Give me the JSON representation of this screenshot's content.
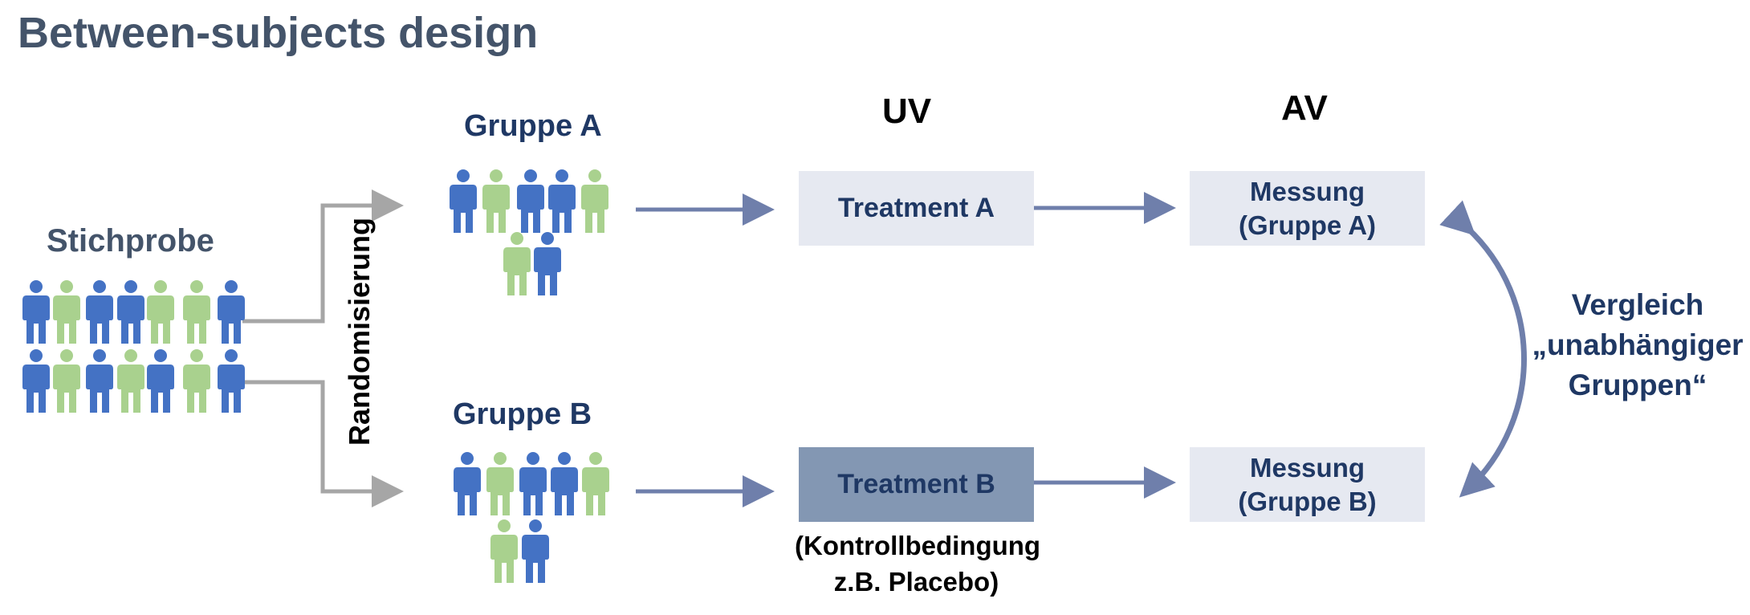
{
  "title": "Between-subjects design",
  "colors": {
    "person_blue": "#4472c4",
    "person_green": "#a9d18e",
    "connector_gray": "#a6a6a6",
    "arrow_blue": "#6f7fab",
    "box_light": "#e6e9f1",
    "box_dark": "#8397b3",
    "text_dark_blue": "#1f3864"
  },
  "sample": {
    "label": "Stichprobe",
    "rows": [
      [
        "blue",
        "green",
        "blue",
        "blue",
        "green",
        "green",
        "blue"
      ],
      [
        "blue",
        "green",
        "blue",
        "green",
        "blue",
        "green",
        "blue"
      ]
    ]
  },
  "randomization_label": "Randomisierung",
  "groups": [
    {
      "label": "Gruppe A",
      "people": [
        "blue",
        "green",
        "blue",
        "blue",
        "green",
        "green",
        "blue"
      ],
      "treatment": "Treatment A",
      "measure_line1": "Messung",
      "measure_line2": "(Gruppe A)"
    },
    {
      "label": "Gruppe B",
      "people": [
        "blue",
        "green",
        "blue",
        "blue",
        "green",
        "green",
        "blue"
      ],
      "treatment": "Treatment B",
      "treatment_note_line1": "(Kontrollbedingung",
      "treatment_note_line2": "z.B. Placebo)",
      "measure_line1": "Messung",
      "measure_line2": "(Gruppe B)"
    }
  ],
  "headers": {
    "uv": "UV",
    "av": "AV"
  },
  "comparison": {
    "line1": "Vergleich",
    "line2": "„unabhängiger",
    "line3": "Gruppen“"
  }
}
